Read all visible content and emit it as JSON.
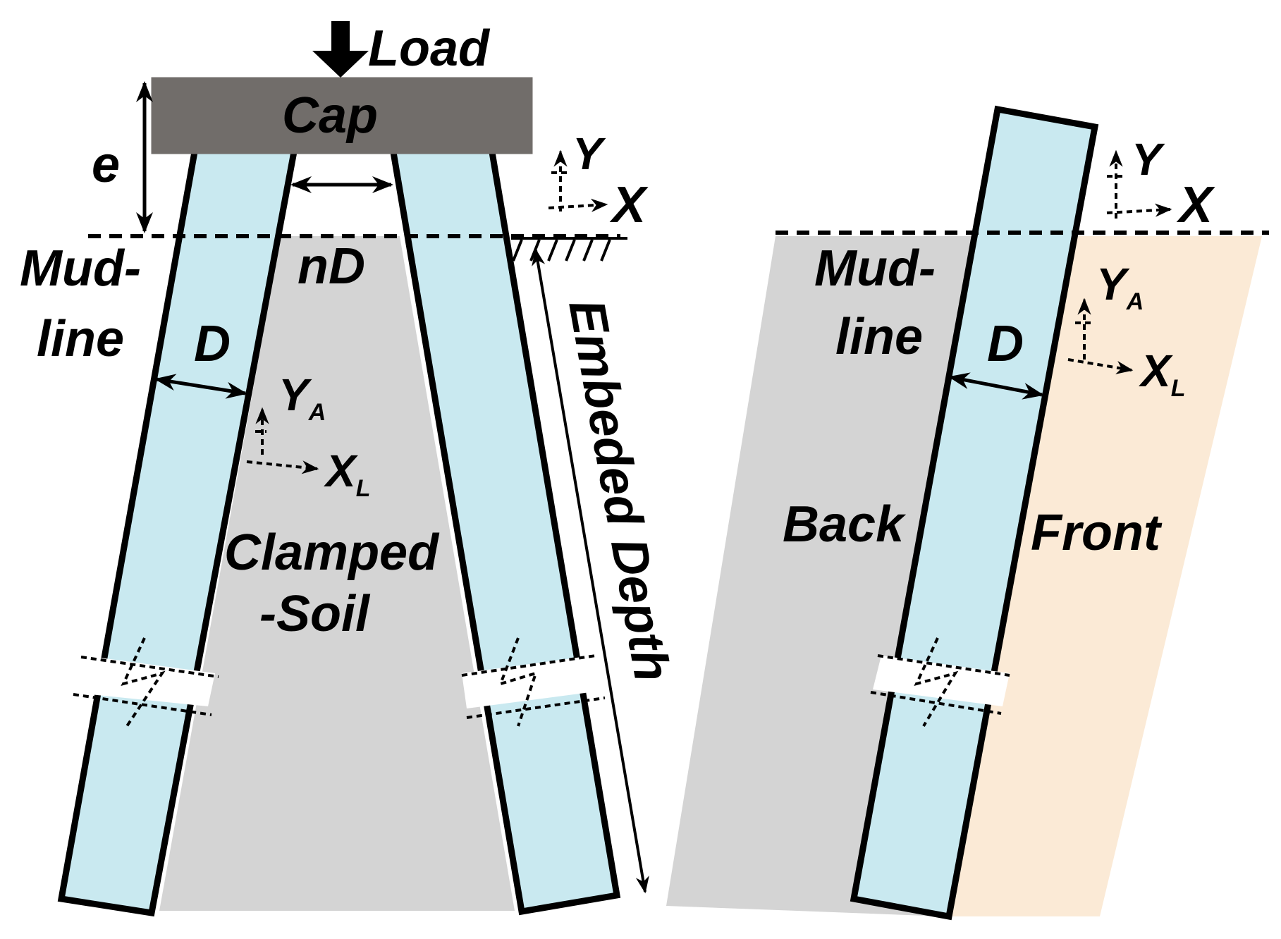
{
  "left_panel": {
    "load_label": "Load",
    "cap_label": "Cap",
    "eccentricity_label": "e",
    "spacing_label": "nD",
    "mudline_label_1": "Mud-",
    "mudline_label_2": "line",
    "diameter_label": "D",
    "clamped_label_1": "Clamped",
    "clamped_label_2": "-Soil",
    "embedded_depth_label": "Embeded Depth",
    "global_axes": {
      "x": "X",
      "y": "Y"
    },
    "local_axes": {
      "x": "X",
      "x_sub": "L",
      "y": "Y",
      "y_sub": "A"
    }
  },
  "right_panel": {
    "mudline_label_1": "Mud-",
    "mudline_label_2": "line",
    "diameter_label": "D",
    "back_label": "Back",
    "front_label": "Front",
    "global_axes": {
      "x": "X",
      "y": "Y"
    },
    "local_axes": {
      "x": "X",
      "x_sub": "L",
      "y": "Y",
      "y_sub": "A"
    }
  },
  "colors": {
    "pile": "#c9e9f0",
    "cap": "#716d6a",
    "soil_back": "#d4d4d4",
    "soil_front": "#fbead6",
    "outline": "#000000"
  }
}
